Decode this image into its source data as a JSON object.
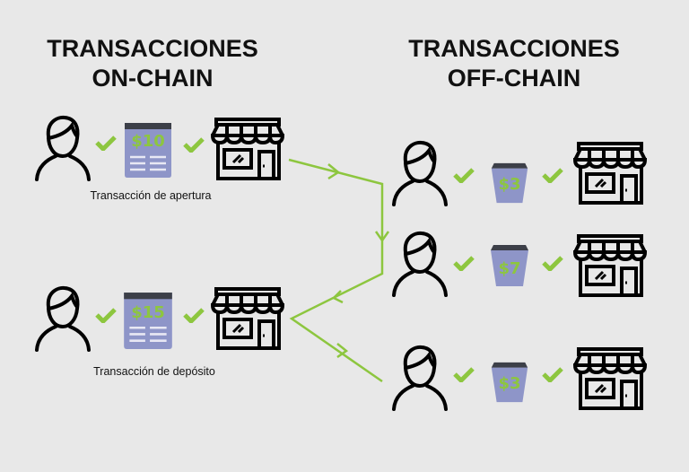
{
  "left": {
    "title_line1": "TRANSACCIONES",
    "title_line2": "ON-CHAIN",
    "rows": [
      {
        "amount": "$10",
        "caption": "Transacción de apertura"
      },
      {
        "amount": "$15",
        "caption": "Transacción de depósito"
      }
    ]
  },
  "right": {
    "title_line1": "TRANSACCIONES",
    "title_line2": "OFF-CHAIN",
    "rows": [
      {
        "amount": "$3"
      },
      {
        "amount": "$7"
      },
      {
        "amount": "$3"
      }
    ]
  },
  "colors": {
    "accent": "#8dc63f",
    "doc": "#8e95c8",
    "dark": "#3c3f48",
    "background": "#e8e8e8"
  },
  "icons": [
    "person-icon",
    "check-icon",
    "receipt-icon",
    "coffee-cup-icon",
    "store-icon",
    "arrow-icon"
  ]
}
